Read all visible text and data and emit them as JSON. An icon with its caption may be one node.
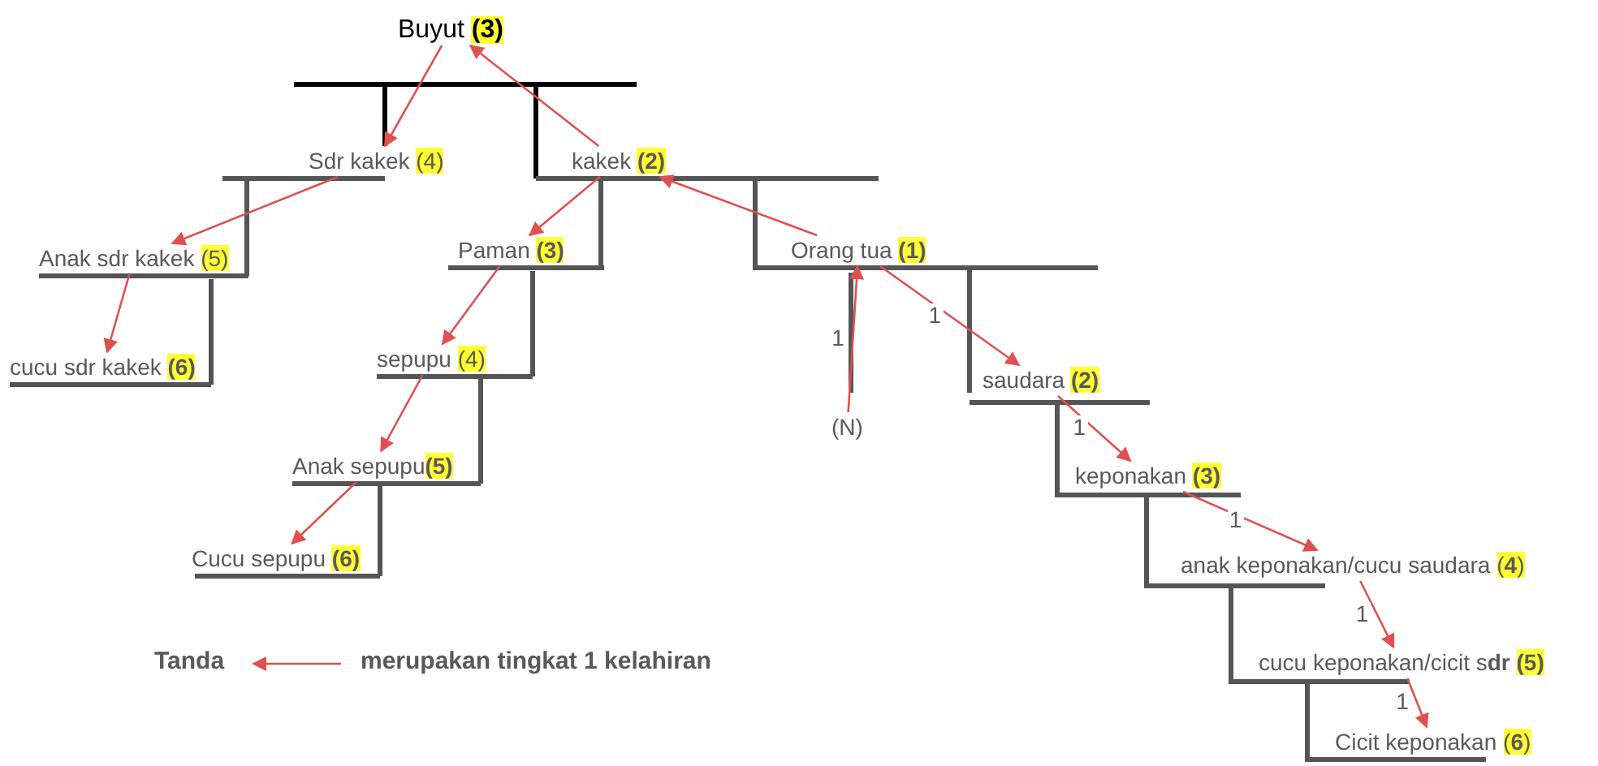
{
  "diagram": {
    "nodes": [
      {
        "text": [
          "Buyut **(3)**"
        ]
      },
      {
        "text": [
          "Sdr kakek  (4)"
        ]
      },
      {
        "text": [
          "kakek **(2)**"
        ]
      },
      {
        "text": [
          "Anak sdr kakek (5)"
        ]
      },
      {
        "text": [
          "Paman **(3)**"
        ]
      },
      {
        "text": [
          "Orang tua **(1)**"
        ]
      },
      {
        "text": [
          "cucu sdr kakek **(6)**"
        ]
      },
      {
        "text": [
          "sepupu  (4)"
        ]
      },
      {
        "text": [
          "saudara **(2)**"
        ]
      },
      {
        "text": [
          "(N)"
        ]
      },
      {
        "text": [
          "Anak sepupu**(5)**"
        ]
      },
      {
        "text": [
          "keponakan **(3)**"
        ]
      },
      {
        "text": [
          "Cucu sepupu **(6)**"
        ]
      },
      {
        "text": [
          "anak keponakan/cucu saudara (**4**)"
        ]
      },
      {
        "text": [
          "cucu keponakan/cicit s**dr** **(5)**"
        ]
      },
      {
        "text": [
          "Cicit keponakan (**6**)"
        ]
      }
    ],
    "edges": [
      {
        "from": 0,
        "to": 1,
        "arrow": "to"
      },
      {
        "from": 2,
        "to": 0,
        "arrow": "to"
      },
      {
        "from": 1,
        "to": 3,
        "arrow": "to"
      },
      {
        "from": 3,
        "to": 6,
        "arrow": "to"
      },
      {
        "from": 5,
        "to": 2,
        "arrow": "to"
      },
      {
        "from": 2,
        "to": 4,
        "arrow": "to"
      },
      {
        "from": 4,
        "to": 7,
        "arrow": "to"
      },
      {
        "from": 7,
        "to": 10,
        "arrow": "to"
      },
      {
        "from": 10,
        "to": 12,
        "arrow": "to"
      },
      {
        "from": 9,
        "to": 5,
        "label": "1",
        "arrow": "to"
      },
      {
        "from": 5,
        "to": 8,
        "label": "1",
        "arrow": "to"
      },
      {
        "from": 8,
        "to": 11,
        "label": "1",
        "arrow": "to"
      },
      {
        "from": 11,
        "to": 13,
        "label": "1",
        "arrow": "to"
      },
      {
        "from": 13,
        "to": 14,
        "label": "1",
        "arrow": "to"
      },
      {
        "from": 14,
        "to": 15,
        "label": "1",
        "arrow": "to"
      }
    ],
    "labels": [
      "Tanda"
    ],
    "legend": [
      {
        "text": "merupakan tingkat 1 kelahiran"
      }
    ]
  }
}
